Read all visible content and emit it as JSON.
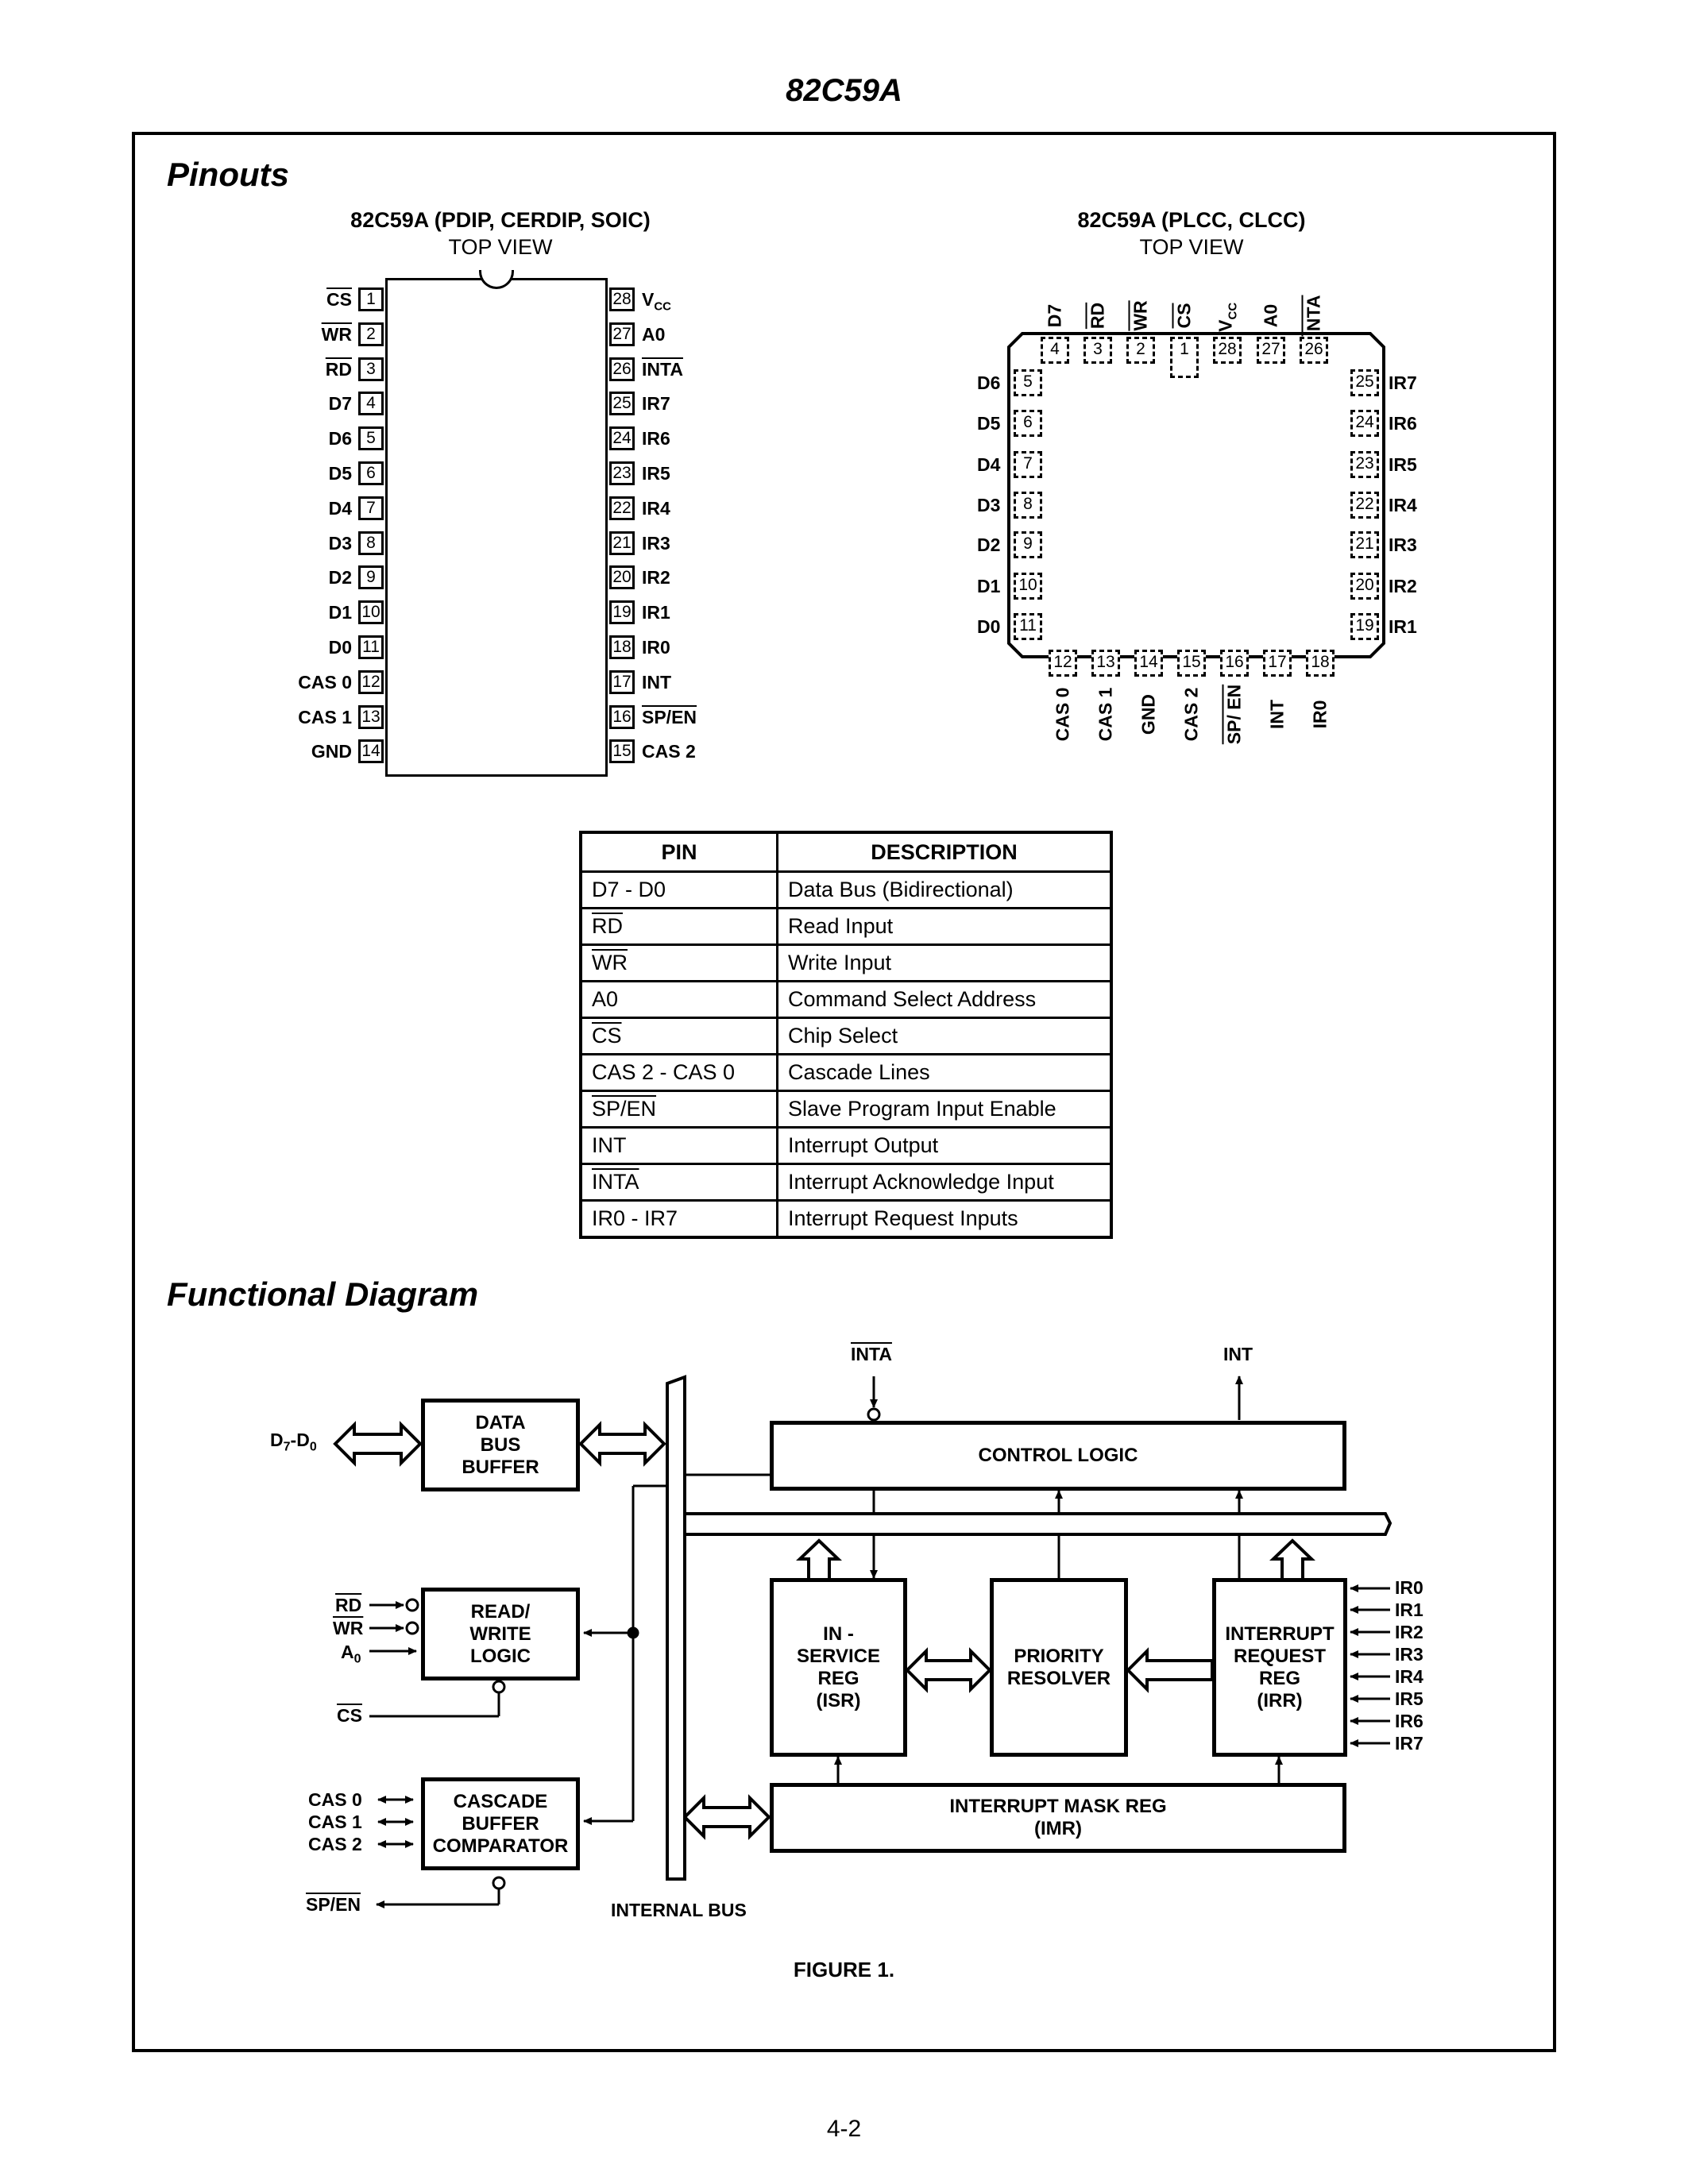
{
  "header": {
    "title": "82C59A"
  },
  "pinouts": {
    "heading": "Pinouts",
    "dip": {
      "title": "82C59A (PDIP, CERDIP, SOIC)",
      "subtitle": "TOP VIEW",
      "left_pins": [
        {
          "num": "1",
          "label": "CS",
          "overbar": true
        },
        {
          "num": "2",
          "label": "WR",
          "overbar": true
        },
        {
          "num": "3",
          "label": "RD",
          "overbar": true
        },
        {
          "num": "4",
          "label": "D7"
        },
        {
          "num": "5",
          "label": "D6"
        },
        {
          "num": "6",
          "label": "D5"
        },
        {
          "num": "7",
          "label": "D4"
        },
        {
          "num": "8",
          "label": "D3"
        },
        {
          "num": "9",
          "label": "D2"
        },
        {
          "num": "10",
          "label": "D1"
        },
        {
          "num": "11",
          "label": "D0"
        },
        {
          "num": "12",
          "label": "CAS 0"
        },
        {
          "num": "13",
          "label": "CAS 1"
        },
        {
          "num": "14",
          "label": "GND"
        }
      ],
      "right_pins": [
        {
          "num": "28",
          "label": "VCC"
        },
        {
          "num": "27",
          "label": "A0"
        },
        {
          "num": "26",
          "label": "INTA",
          "overbar": true
        },
        {
          "num": "25",
          "label": "IR7"
        },
        {
          "num": "24",
          "label": "IR6"
        },
        {
          "num": "23",
          "label": "IR5"
        },
        {
          "num": "22",
          "label": "IR4"
        },
        {
          "num": "21",
          "label": "IR3"
        },
        {
          "num": "20",
          "label": "IR2"
        },
        {
          "num": "19",
          "label": "IR1"
        },
        {
          "num": "18",
          "label": "IR0"
        },
        {
          "num": "17",
          "label": "INT"
        },
        {
          "num": "16",
          "label": "SP/EN",
          "overbar": true
        },
        {
          "num": "15",
          "label": "CAS 2"
        }
      ]
    },
    "plcc": {
      "title": "82C59A (PLCC, CLCC)",
      "subtitle": "TOP VIEW",
      "top_pins": [
        {
          "num": "4",
          "label": "D7"
        },
        {
          "num": "3",
          "label": "RD",
          "overbar": true
        },
        {
          "num": "2",
          "label": "WR",
          "overbar": true
        },
        {
          "num": "1",
          "label": "CS",
          "overbar": true
        },
        {
          "num": "28",
          "label": "VCC"
        },
        {
          "num": "27",
          "label": "A0"
        },
        {
          "num": "26",
          "label": "INTA",
          "overbar": true
        }
      ],
      "left_pins": [
        {
          "num": "5",
          "label": "D6"
        },
        {
          "num": "6",
          "label": "D5"
        },
        {
          "num": "7",
          "label": "D4"
        },
        {
          "num": "8",
          "label": "D3"
        },
        {
          "num": "9",
          "label": "D2"
        },
        {
          "num": "10",
          "label": "D1"
        },
        {
          "num": "11",
          "label": "D0"
        }
      ],
      "right_pins": [
        {
          "num": "25",
          "label": "IR7"
        },
        {
          "num": "24",
          "label": "IR6"
        },
        {
          "num": "23",
          "label": "IR5"
        },
        {
          "num": "22",
          "label": "IR4"
        },
        {
          "num": "21",
          "label": "IR3"
        },
        {
          "num": "20",
          "label": "IR2"
        },
        {
          "num": "19",
          "label": "IR1"
        }
      ],
      "bottom_pins": [
        {
          "num": "12",
          "label": "CAS 0"
        },
        {
          "num": "13",
          "label": "CAS 1"
        },
        {
          "num": "14",
          "label": "GND"
        },
        {
          "num": "15",
          "label": "CAS 2"
        },
        {
          "num": "16",
          "label": "SP/ EN",
          "overbar": true
        },
        {
          "num": "17",
          "label": "INT"
        },
        {
          "num": "18",
          "label": "IR0"
        }
      ]
    },
    "table": {
      "headers": [
        "PIN",
        "DESCRIPTION"
      ],
      "rows": [
        {
          "pin": "D7 - D0",
          "desc": "Data Bus (Bidirectional)"
        },
        {
          "pin": "RD",
          "desc": "Read Input",
          "overbar": true
        },
        {
          "pin": "WR",
          "desc": "Write Input",
          "overbar": true
        },
        {
          "pin": "A0",
          "desc": "Command Select Address"
        },
        {
          "pin": "CS",
          "desc": "Chip Select",
          "overbar": true
        },
        {
          "pin": "CAS 2 - CAS 0",
          "desc": "Cascade Lines"
        },
        {
          "pin": "SP/EN",
          "desc": "Slave Program Input Enable",
          "overbar": true
        },
        {
          "pin": "INT",
          "desc": "Interrupt Output"
        },
        {
          "pin": "INTA",
          "desc": "Interrupt Acknowledge Input",
          "overbar": true
        },
        {
          "pin": "IR0 - IR7",
          "desc": "Interrupt Request Inputs"
        }
      ]
    }
  },
  "functional": {
    "heading": "Functional Diagram",
    "blocks": {
      "data_bus_buffer": "DATA\nBUS\nBUFFER",
      "read_write_logic": "READ/\nWRITE\nLOGIC",
      "cascade_buffer": "CASCADE\nBUFFER\nCOMPARATOR",
      "control_logic": "CONTROL LOGIC",
      "isr": "IN -\nSERVICE\nREG\n(ISR)",
      "priority_resolver": "PRIORITY\nRESOLVER",
      "irr": "INTERRUPT\nREQUEST\nREG\n(IRR)",
      "imr": "INTERRUPT MASK REG\n(IMR)"
    },
    "labels": {
      "d7_d0": "D7-D0",
      "rd": "RD",
      "wr": "WR",
      "a0": "A0",
      "cs": "CS",
      "cas0": "CAS 0",
      "cas1": "CAS 1",
      "cas2": "CAS 2",
      "sp_en": "SP/EN",
      "inta": "INTA",
      "int": "INT",
      "internal_bus": "INTERNAL BUS",
      "ir_inputs": [
        "IR0",
        "IR1",
        "IR2",
        "IR3",
        "IR4",
        "IR5",
        "IR6",
        "IR7"
      ]
    },
    "caption": "FIGURE 1."
  },
  "footer": {
    "page_number": "4-2"
  }
}
